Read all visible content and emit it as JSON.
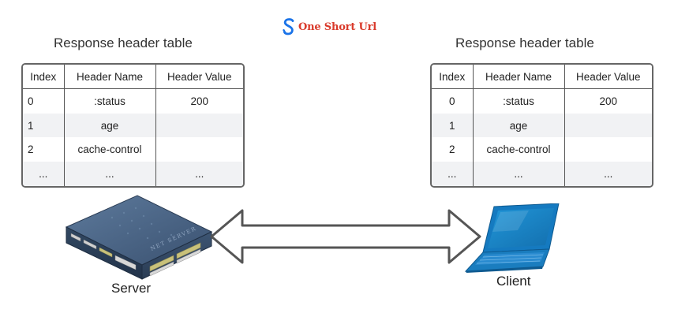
{
  "logo": {
    "text": "One Short Url",
    "icon": "link-s-icon",
    "color": "#d93a2b",
    "icon_color": "#1a73e8"
  },
  "tables": [
    {
      "caption": "Response header table",
      "headers": [
        "Index",
        "Header Name",
        "Header Value"
      ],
      "rows": [
        [
          "0",
          ":status",
          "200"
        ],
        [
          "1",
          "age",
          ""
        ],
        [
          "2",
          "cache-control",
          ""
        ],
        [
          "...",
          "...",
          "..."
        ]
      ]
    },
    {
      "caption": "Response header table",
      "headers": [
        "Index",
        "Header Name",
        "Header Value"
      ],
      "rows": [
        [
          "0",
          ":status",
          "200"
        ],
        [
          "1",
          "age",
          ""
        ],
        [
          "2",
          "cache-control",
          ""
        ],
        [
          "...",
          "...",
          "..."
        ]
      ]
    }
  ],
  "server": {
    "label": "Server",
    "icon": "server-icon",
    "engraving": "NET SERVER"
  },
  "client": {
    "label": "Client",
    "icon": "laptop-icon"
  },
  "arrow": {
    "icon": "double-arrow-icon"
  },
  "colors": {
    "table_border": "#666666",
    "row_stripe": "#f1f2f4",
    "laptop_blue": "#1a7dbf",
    "server_blue": "#3e5673"
  }
}
